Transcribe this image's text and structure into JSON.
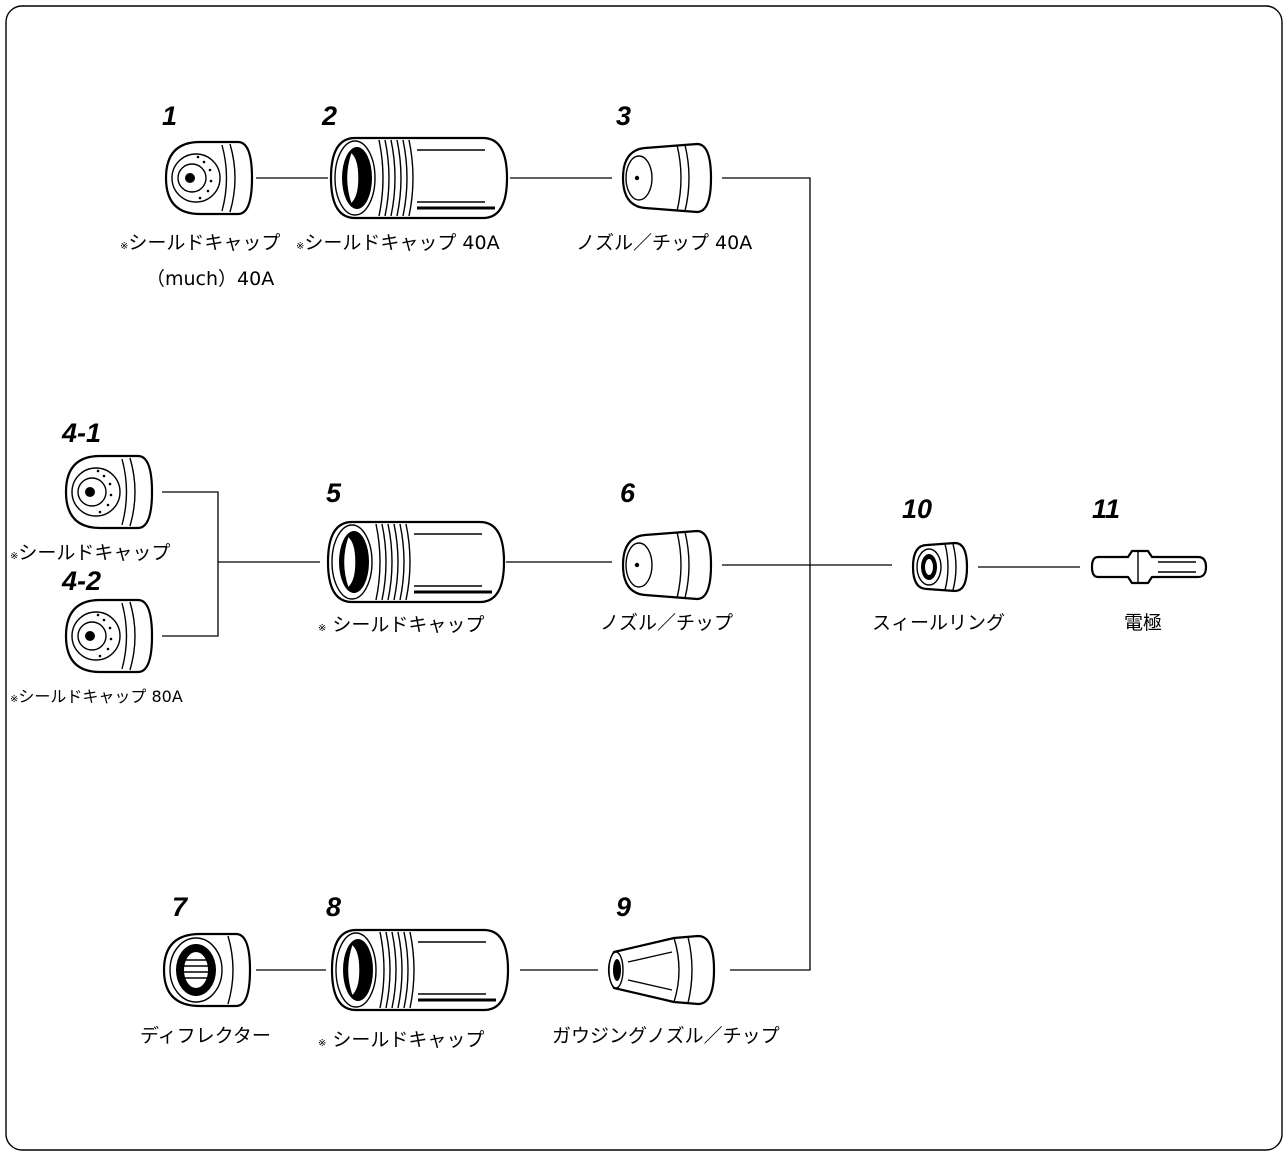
{
  "parts": [
    {
      "id": "1",
      "label": "シールドキャップ",
      "label2": "（much）40A",
      "asterisk": true
    },
    {
      "id": "2",
      "label": "シールドキャップ 40A",
      "asterisk": true
    },
    {
      "id": "3",
      "label": "ノズル／チップ 40A",
      "asterisk": false
    },
    {
      "id": "4-1",
      "label": "シールドキャップ",
      "asterisk": true
    },
    {
      "id": "4-2",
      "label": "シールドキャップ 80A",
      "asterisk": true
    },
    {
      "id": "5",
      "label": "シールドキャップ",
      "asterisk": true
    },
    {
      "id": "6",
      "label": "ノズル／チップ",
      "asterisk": false
    },
    {
      "id": "7",
      "label": "ディフレクター",
      "asterisk": false
    },
    {
      "id": "8",
      "label": "シールドキャップ",
      "asterisk": true
    },
    {
      "id": "9",
      "label": "ガウジングノズル／チップ",
      "asterisk": false
    },
    {
      "id": "10",
      "label": "スィールリング",
      "asterisk": false
    },
    {
      "id": "11",
      "label": "電極",
      "asterisk": false
    }
  ],
  "asterisk_mark": "※"
}
